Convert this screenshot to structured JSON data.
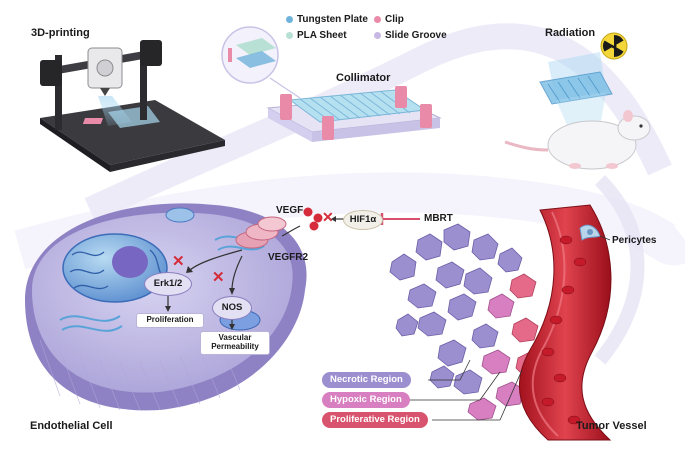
{
  "labels": {
    "printing": "3D-printing",
    "collimator": "Collimator",
    "radiation": "Radiation",
    "vegf": "VEGF",
    "hif": "HIF1α",
    "mbrt": "MBRT",
    "vegfr2": "VEGFR2",
    "erk": "Erk1/2",
    "nos": "NOS",
    "proliferation": "Proliferation",
    "vascular": "Vascular Permeability",
    "pericytes": "Pericytes",
    "endothelial": "Endothelial Cell",
    "tumor_vessel": "Tumor Vessel"
  },
  "legend": [
    {
      "label": "Tungsten Plate",
      "color": "#6fb3dc"
    },
    {
      "label": "Clip",
      "color": "#e88aa8"
    },
    {
      "label": "PLA Sheet",
      "color": "#b8e0d4"
    },
    {
      "label": "Slide Groove",
      "color": "#c6b8e2"
    }
  ],
  "regions": [
    {
      "label": "Necrotic Region",
      "color": "#9b8fcf"
    },
    {
      "label": "Hypoxic Region",
      "color": "#d77fc0"
    },
    {
      "label": "Proliferative Region",
      "color": "#d8546e"
    }
  ]
}
